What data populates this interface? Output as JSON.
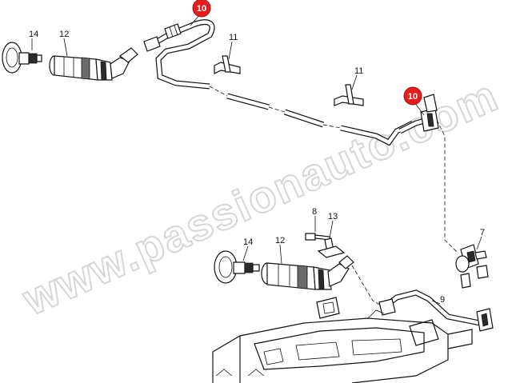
{
  "watermark": "www.passionauto.com",
  "callouts": [
    {
      "id": "callout-10-top",
      "label": "10"
    },
    {
      "id": "callout-10-right",
      "label": "10"
    }
  ],
  "part_labels": {
    "p14_top": "14",
    "p12_top": "12",
    "p11_left": "11",
    "p11_right": "11",
    "p8": "8",
    "p13": "13",
    "p14_bottom": "14",
    "p12_bottom": "12",
    "p7": "7",
    "p9": "9"
  },
  "colors": {
    "callout_fill": "#e02020",
    "line": "#111111",
    "watermark": "#d6d6d6"
  }
}
